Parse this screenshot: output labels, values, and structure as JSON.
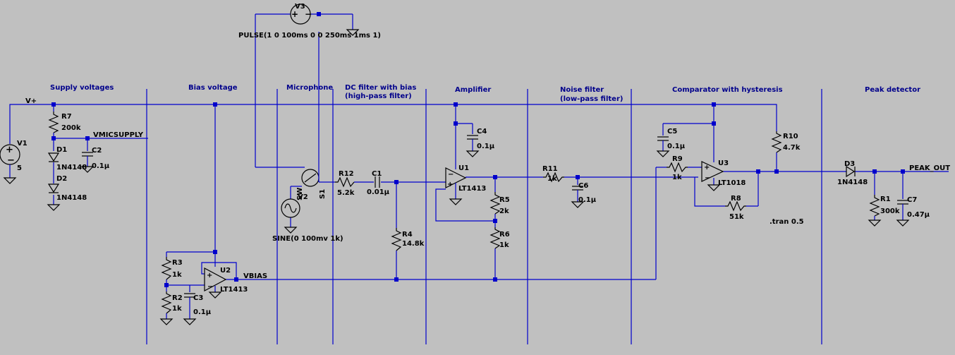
{
  "sections": {
    "supply": "Supply voltages",
    "bias": "Bias voltage",
    "microphone": "Microphone",
    "dcfilter_1": "DC filter with bias",
    "dcfilter_2": "(high-pass filter)",
    "amplifier": "Amplifier",
    "noise_1": "Noise filter",
    "noise_2": "(low-pass filter)",
    "comparator": "Comparator with hysteresis",
    "peak": "Peak detector"
  },
  "nets": {
    "vplus": "V+",
    "vmicsupply": "VMICSUPPLY",
    "vbias": "VBIAS",
    "peak_out": "PEAK_OUT"
  },
  "components": {
    "V1": {
      "name": "V1",
      "value": "5"
    },
    "V2": {
      "name": "V2",
      "value": "SINE(0 100mv 1k)"
    },
    "V3": {
      "name": "V3",
      "value": "PULSE(1 0 100ms 0 0 250ms 1ms 1)"
    },
    "S1": {
      "name": "S1",
      "value": "SW"
    },
    "R1": {
      "name": "R1",
      "value": "300k"
    },
    "R2": {
      "name": "R2",
      "value": "1k"
    },
    "R3": {
      "name": "R3",
      "value": "1k"
    },
    "R4": {
      "name": "R4",
      "value": "14.8k"
    },
    "R5": {
      "name": "R5",
      "value": "2k"
    },
    "R6": {
      "name": "R6",
      "value": "1k"
    },
    "R7": {
      "name": "R7",
      "value": "200k"
    },
    "R8": {
      "name": "R8",
      "value": "51k"
    },
    "R9": {
      "name": "R9",
      "value": "1k"
    },
    "R10": {
      "name": "R10",
      "value": "4.7k"
    },
    "R11": {
      "name": "R11",
      "value": "1k"
    },
    "R12": {
      "name": "R12",
      "value": "5.2k"
    },
    "C1": {
      "name": "C1",
      "value": "0.01μ"
    },
    "C2": {
      "name": "C2",
      "value": "0.1μ"
    },
    "C3": {
      "name": "C3",
      "value": "0.1μ"
    },
    "C4": {
      "name": "C4",
      "value": "0.1μ"
    },
    "C5": {
      "name": "C5",
      "value": "0.1μ"
    },
    "C6": {
      "name": "C6",
      "value": "0.1μ"
    },
    "C7": {
      "name": "C7",
      "value": "0.47μ"
    },
    "D1": {
      "name": "D1",
      "value": "1N4148"
    },
    "D2": {
      "name": "D2",
      "value": "1N4148"
    },
    "D3": {
      "name": "D3",
      "value": "1N4148"
    },
    "U1": {
      "name": "U1",
      "value": "LT1413"
    },
    "U2": {
      "name": "U2",
      "value": "LT1413"
    },
    "U3": {
      "name": "U3",
      "value": "LT1018"
    }
  },
  "directive": ".tran 0.5"
}
